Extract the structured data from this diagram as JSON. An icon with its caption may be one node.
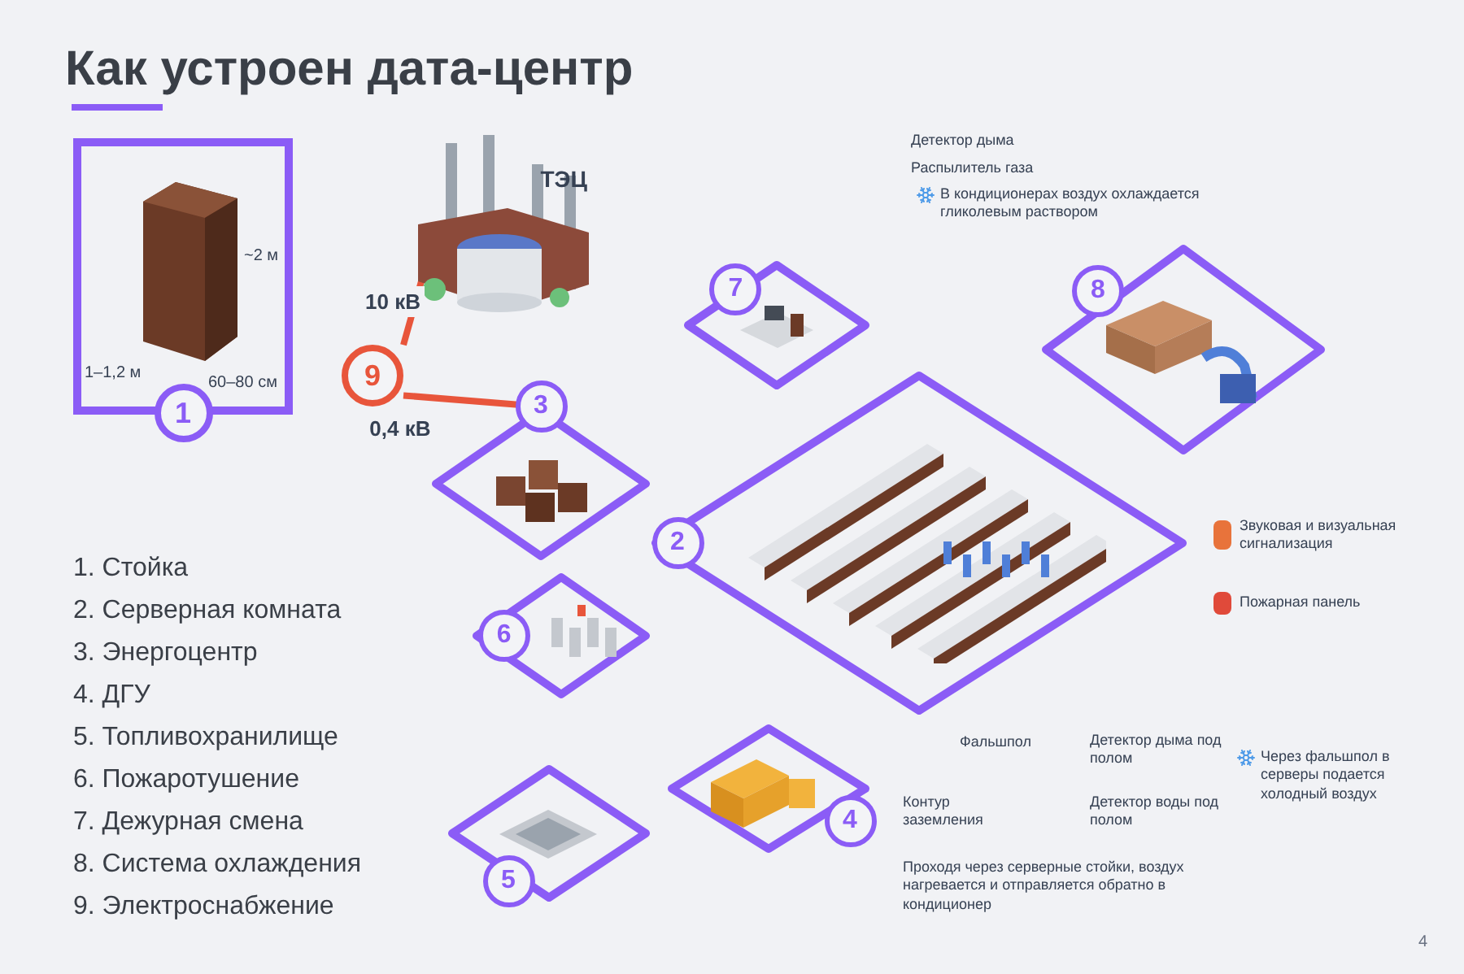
{
  "diagram": {
    "title": "Как устроен дата-центр",
    "nodes": [
      {
        "text": [
          "1"
        ]
      },
      {
        "text": [
          "ТЭЦ"
        ]
      },
      {
        "text": [
          "9"
        ]
      },
      {
        "text": [
          "7"
        ]
      },
      {
        "text": [
          "8"
        ]
      },
      {
        "text": [
          "3"
        ]
      },
      {
        "text": [
          "2"
        ]
      },
      {
        "text": [
          "6"
        ]
      },
      {
        "text": [
          "4"
        ]
      },
      {
        "text": [
          "5"
        ]
      }
    ],
    "edges": [
      {
        "from": 1,
        "to": 2,
        "arrow": "none",
        "label": "10 кВ",
        "color": "#e8553b"
      },
      {
        "from": 2,
        "to": 5,
        "arrow": "none",
        "label": "0,4 кВ",
        "color": "#e8553b"
      }
    ],
    "labels": [
      "~2 м",
      "1–1,2 м",
      "60–80 см",
      "Детектор дыма",
      "Распылитель газа",
      "В кондиционерах воздух охлаждается гликолевым раствором",
      "Звуковая и визуальная сигнализация",
      "Пожарная панель",
      "Фальшпол",
      "Детектор дыма под полом",
      "Контур заземления",
      "Детектор воды под полом",
      "Проходя через серверные стойки, воздух нагревается и отправляется обратно в кондиционер",
      "Через фальшпол в серверы подается холодный воздух",
      "1. Стойка",
      "2. Серверная комната",
      "3. Энергоцентр",
      "4. ДГУ",
      "5. Топливохранилище",
      "6. Пожаротушение",
      "7. Дежурная смена",
      "8. Система охлаждения",
      "9. Электроснабжение",
      "4"
    ]
  }
}
